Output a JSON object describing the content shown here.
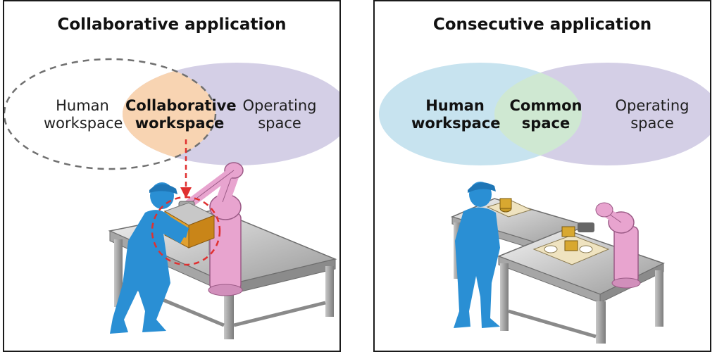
{
  "panels": {
    "left": {
      "title": "Collaborative application",
      "human_workspace": [
        "Human",
        "workspace"
      ],
      "collaborative_workspace": [
        "Collaborative",
        "workspace"
      ],
      "operating_space": [
        "Operating",
        "space"
      ]
    },
    "right": {
      "title": "Consecutive application",
      "human_workspace": [
        "Human",
        "workspace"
      ],
      "common_space": [
        "Common",
        "space"
      ],
      "operating_space": [
        "Operating",
        "space"
      ]
    }
  },
  "colors": {
    "operating_space": "#d4cfe6",
    "collaborative_workspace": "#f8d4b2",
    "human_workspace_right": "#c7e3ef",
    "common_space": "#cfe8d2",
    "human_figure": "#2a8fd4",
    "robot": "#e8a4cf",
    "arrow": "#e03030"
  }
}
